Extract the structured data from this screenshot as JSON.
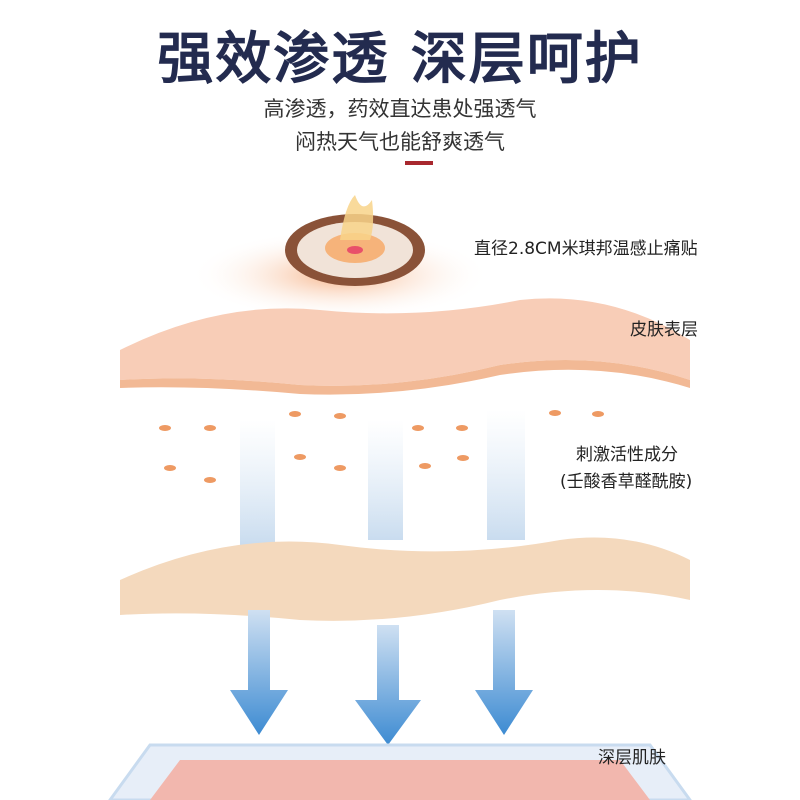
{
  "title": "强效渗透 深层呵护",
  "subtitle": [
    "高渗透，药效直达患处强透气",
    "闷热天气也能舒爽透气"
  ],
  "labels": {
    "patch": "直径2.8CM米琪邦温感止痛贴",
    "epidermis": "皮肤表层",
    "ingredient_line1": "刺激活性成分",
    "ingredient_line2": "(壬酸香草醛酰胺)",
    "deep_skin": "深层肌肤"
  },
  "colors": {
    "title": "#232b4f",
    "accent": "#a8282e",
    "arrow": "#4a90d0"
  }
}
